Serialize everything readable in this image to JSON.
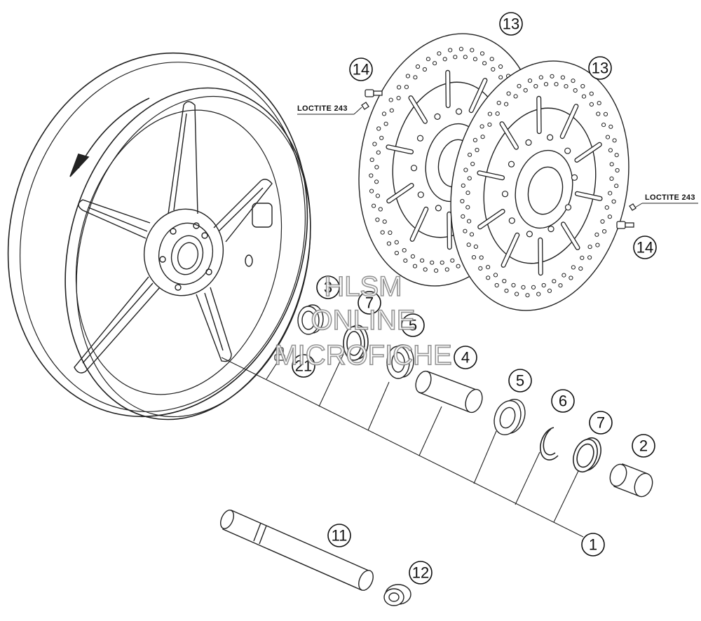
{
  "callouts": {
    "c1": "1",
    "c2": "2",
    "c3": "3",
    "c4": "4",
    "c5a": "5",
    "c5b": "5",
    "c6": "6",
    "c7a": "7",
    "c7b": "7",
    "c11": "11",
    "c12": "12",
    "c13a": "13",
    "c13b": "13",
    "c14a": "14",
    "c14b": "14",
    "c21": "21"
  },
  "notes": {
    "loctite_left": "LOCTITE 243",
    "loctite_right": "LOCTITE 243"
  },
  "watermark": {
    "line1": "HLSM",
    "line2": "ONLINE",
    "line3": "MICROFICHE"
  }
}
